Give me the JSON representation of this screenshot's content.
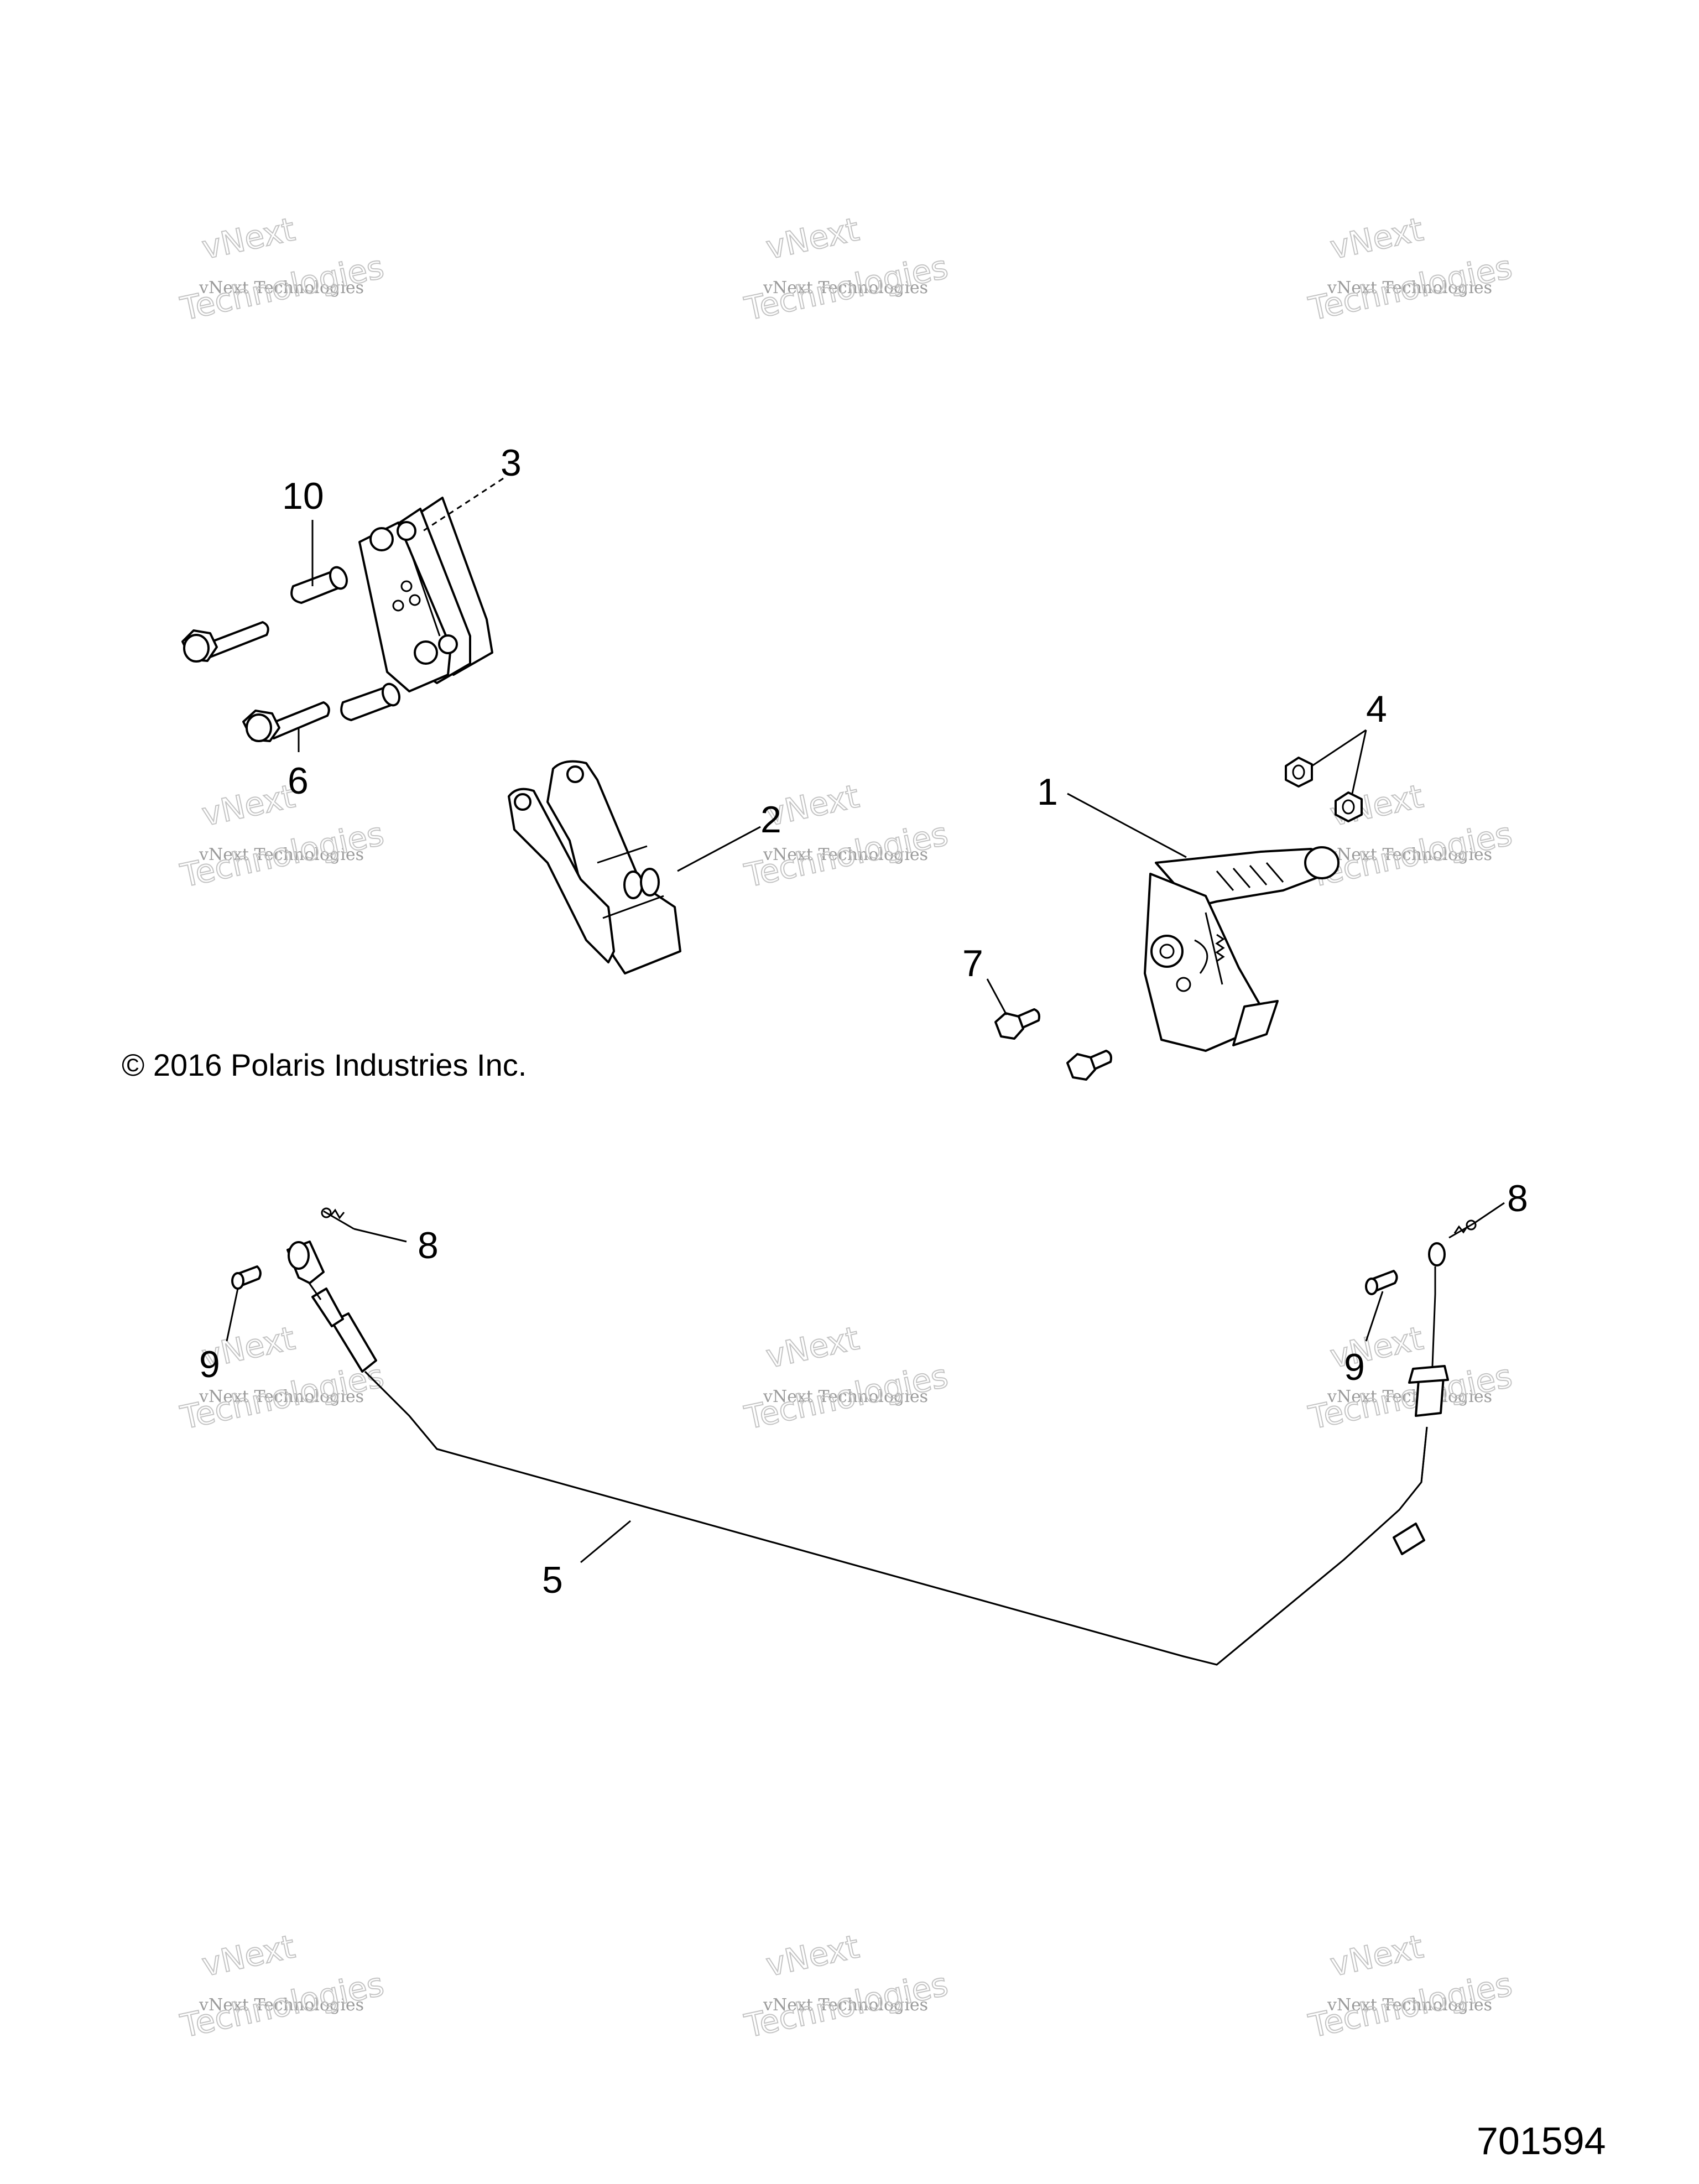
{
  "copyright": "© 2016  Polaris Industries Inc.",
  "figure_id": "701594",
  "watermark": {
    "line1": "vNext Technologies",
    "line2": "vNext",
    "line3": "Technologies"
  },
  "callouts": {
    "c1": "1",
    "c2": "2",
    "c3": "3",
    "c4": "4",
    "c5": "5",
    "c6": "6",
    "c7": "7",
    "c8a": "8",
    "c8b": "8",
    "c9a": "9",
    "c9b": "9",
    "c10": "10"
  }
}
